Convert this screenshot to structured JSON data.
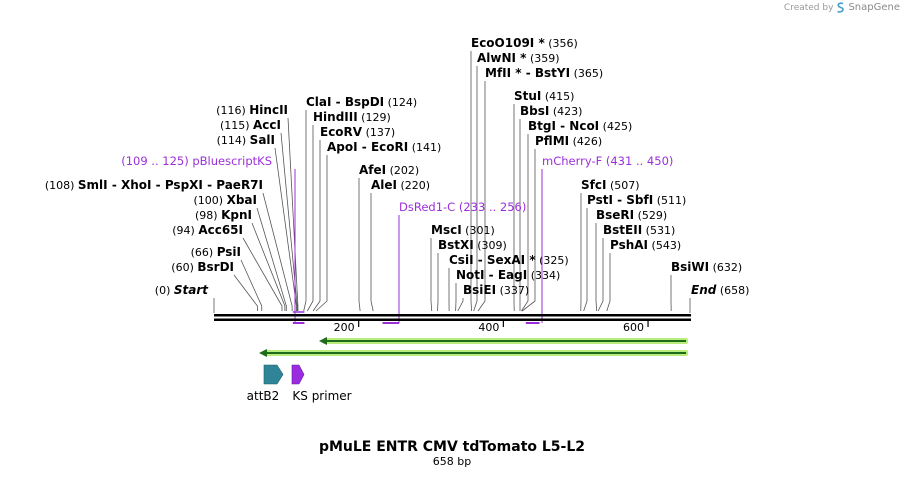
{
  "credit": {
    "prefix": "Created by",
    "brand": "SnapGene"
  },
  "title": "pMuLE ENTR CMV tdTomato L5-L2",
  "subtitle": "658 bp",
  "map": {
    "start": {
      "label": "Start",
      "pos": "(0)"
    },
    "end": {
      "label": "End",
      "pos": "(658)"
    },
    "ticks": [
      {
        "label": "200",
        "value": 200
      },
      {
        "label": "400",
        "value": 400
      },
      {
        "label": "600",
        "value": 600
      }
    ]
  },
  "sites": [
    {
      "parts": [
        "EcoO109I *"
      ],
      "pos": "(356)",
      "site": 356
    },
    {
      "parts": [
        "AlwNI *"
      ],
      "pos": "(359)",
      "site": 359
    },
    {
      "parts": [
        "MfII *",
        "BstYI"
      ],
      "pos": "(365)",
      "site": 365
    },
    {
      "parts": [
        "StuI"
      ],
      "pos": "(415)",
      "site": 415
    },
    {
      "parts": [
        "BbsI"
      ],
      "pos": "(423)",
      "site": 423
    },
    {
      "parts": [
        "BtgI",
        "NcoI"
      ],
      "pos": "(425)",
      "site": 425
    },
    {
      "parts": [
        "PflMI"
      ],
      "pos": "(426)",
      "site": 426
    },
    {
      "parts": [
        "HincII"
      ],
      "pos": "(116)",
      "site": 116
    },
    {
      "parts": [
        "AccI"
      ],
      "pos": "(115)",
      "site": 115
    },
    {
      "parts": [
        "SalI"
      ],
      "pos": "(114)",
      "site": 114
    },
    {
      "parts": [
        "ClaI",
        "BspDI"
      ],
      "pos": "(124)",
      "site": 124
    },
    {
      "parts": [
        "HindIII"
      ],
      "pos": "(129)",
      "site": 129
    },
    {
      "parts": [
        "EcoRV"
      ],
      "pos": "(137)",
      "site": 137
    },
    {
      "parts": [
        "ApoI",
        "EcoRI"
      ],
      "pos": "(141)",
      "site": 141
    },
    {
      "parts": [
        "SmlI",
        "XhoI",
        "PspXI",
        "PaeR7I"
      ],
      "pos": "(108)",
      "site": 108
    },
    {
      "parts": [
        "XbaI"
      ],
      "pos": "(100)",
      "site": 100
    },
    {
      "parts": [
        "KpnI"
      ],
      "pos": "(98)",
      "site": 98
    },
    {
      "parts": [
        "Acc65I"
      ],
      "pos": "(94)",
      "site": 94
    },
    {
      "parts": [
        "PsiI"
      ],
      "pos": "(66)",
      "site": 66
    },
    {
      "parts": [
        "BsrDI"
      ],
      "pos": "(60)",
      "site": 60
    },
    {
      "parts": [
        "AfeI"
      ],
      "pos": "(202)",
      "site": 202
    },
    {
      "parts": [
        "AleI"
      ],
      "pos": "(220)",
      "site": 220
    },
    {
      "parts": [
        "MscI"
      ],
      "pos": "(301)",
      "site": 301
    },
    {
      "parts": [
        "BstXI"
      ],
      "pos": "(309)",
      "site": 309
    },
    {
      "parts": [
        "CsiI",
        "SexAI *"
      ],
      "pos": "(325)",
      "site": 325
    },
    {
      "parts": [
        "NotI",
        "EagI"
      ],
      "pos": "(334)",
      "site": 334
    },
    {
      "parts": [
        "BsiEI"
      ],
      "pos": "(337)",
      "site": 337
    },
    {
      "parts": [
        "SfcI"
      ],
      "pos": "(507)",
      "site": 507
    },
    {
      "parts": [
        "PstI",
        "SbfI"
      ],
      "pos": "(511)",
      "site": 511
    },
    {
      "parts": [
        "BseRI"
      ],
      "pos": "(529)",
      "site": 529
    },
    {
      "parts": [
        "BstEII"
      ],
      "pos": "(531)",
      "site": 531
    },
    {
      "parts": [
        "PshAI"
      ],
      "pos": "(543)",
      "site": 543
    },
    {
      "parts": [
        "BsiWI"
      ],
      "pos": "(632)",
      "site": 632
    }
  ],
  "primers": [
    {
      "name": "pBluescriptKS",
      "range": "(109 .. 125)",
      "from": 109,
      "to": 125
    },
    {
      "name": "DsRed1-C",
      "range": "(233 .. 256)",
      "from": 233,
      "to": 256
    },
    {
      "name": "mCherry-F",
      "range": "(431 .. 450)",
      "from": 431,
      "to": 450
    }
  ],
  "features": [
    {
      "name": "attB2",
      "color": "#2f8597"
    },
    {
      "name": "KS primer",
      "color": "#9a2be0"
    }
  ],
  "colors": {
    "primer": "#9b30d9",
    "orf_fill": "#1f6b1c",
    "orf_glow": "#b9ec7a"
  }
}
